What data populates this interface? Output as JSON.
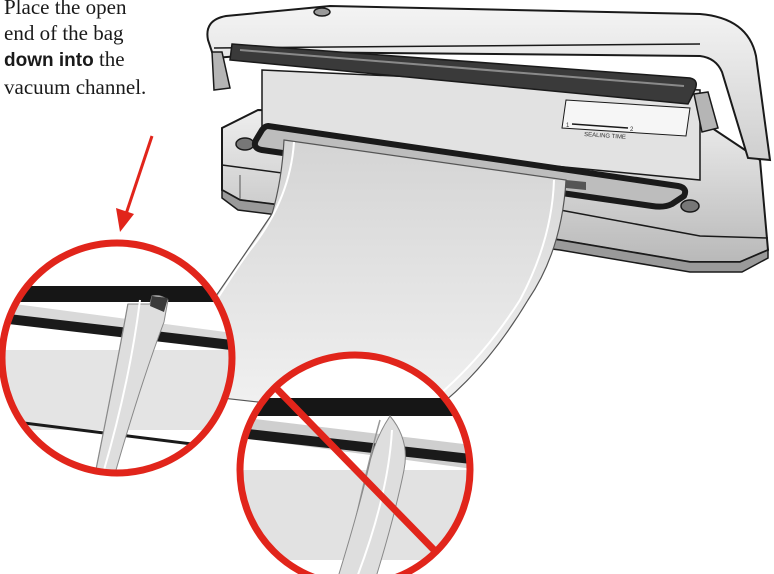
{
  "instruction": {
    "line1": "Place the open",
    "line2": "end of the bag",
    "emphasis": "down into",
    "line3_rest": " the",
    "line4": "vacuum channel."
  },
  "sealer_label": "SEALING TIME",
  "dial_min": "1",
  "dial_max": "2",
  "colors": {
    "callout_red": "#e1251b",
    "machine_gray": "#c9c9c9",
    "outline": "#1a1a1a",
    "bag": "#e6e6e6"
  },
  "icons": {
    "correct_view": "magnified-circle",
    "incorrect_view": "prohibition-sign-icon"
  }
}
